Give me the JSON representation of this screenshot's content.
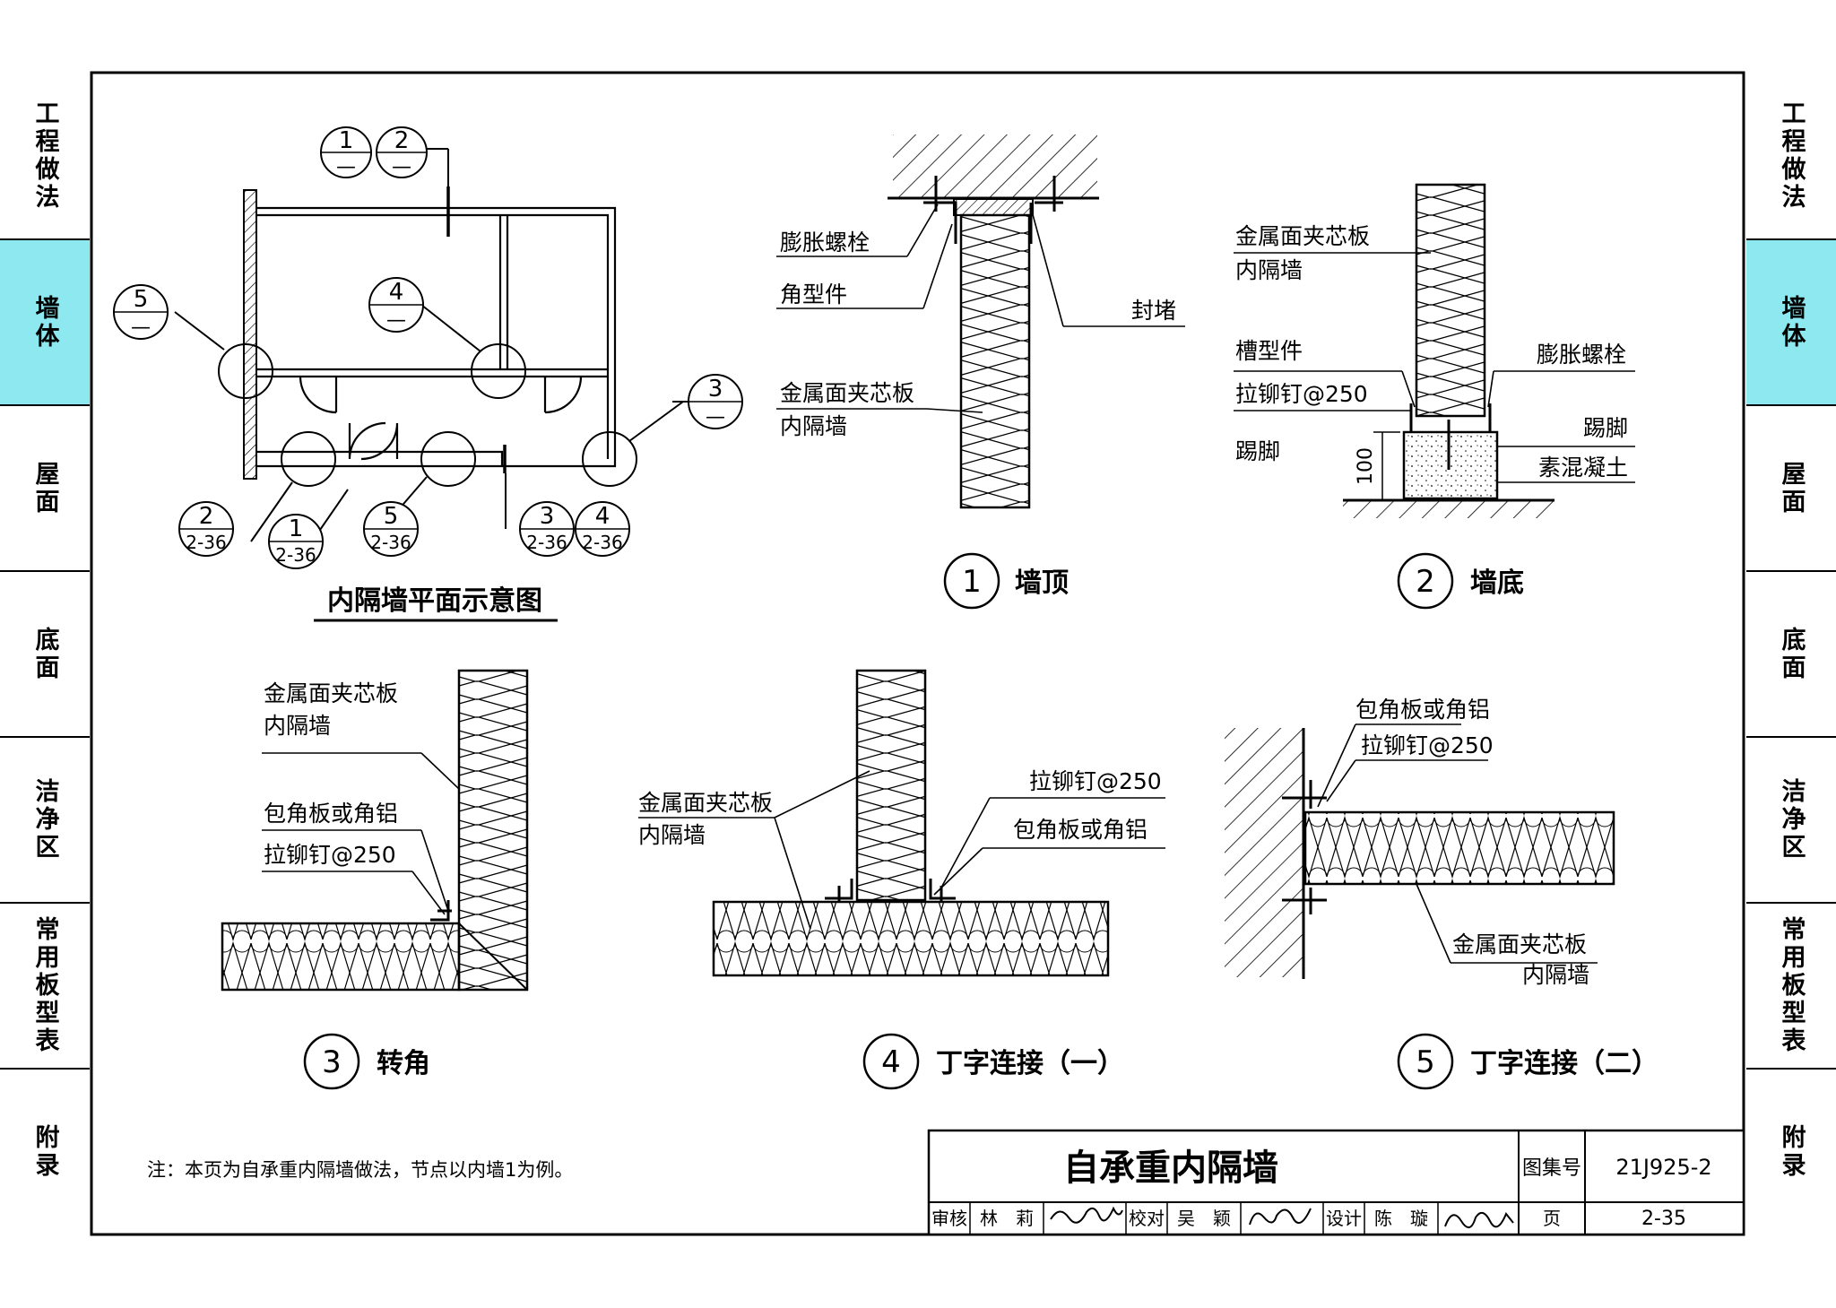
{
  "side_tabs": [
    {
      "label": "工程做法",
      "active": false
    },
    {
      "label": "墙体",
      "active": true
    },
    {
      "label": "屋面",
      "active": false
    },
    {
      "label": "底面",
      "active": false
    },
    {
      "label": "洁净区",
      "active": false
    },
    {
      "label": "常用板型表",
      "active": false
    },
    {
      "label": "附录",
      "active": false
    }
  ],
  "plan": {
    "title": "内隔墙平面示意图",
    "callouts": [
      {
        "top": "1",
        "bottom": "—"
      },
      {
        "top": "2",
        "bottom": "—"
      },
      {
        "top": "5",
        "bottom": "—"
      },
      {
        "top": "4",
        "bottom": "—"
      },
      {
        "top": "3",
        "bottom": "—"
      },
      {
        "top": "2",
        "bottom": "2-36"
      },
      {
        "top": "1",
        "bottom": "2-36"
      },
      {
        "top": "5",
        "bottom": "2-36"
      },
      {
        "top": "3",
        "bottom": "2-36"
      },
      {
        "top": "4",
        "bottom": "2-36"
      }
    ]
  },
  "details": {
    "d1": {
      "number": "1",
      "title": "墙顶",
      "labels": {
        "bolt": "膨胀螺栓",
        "angle": "角型件",
        "seal": "封堵",
        "panel_1": "金属面夹芯板",
        "panel_2": "内隔墙"
      }
    },
    "d2": {
      "number": "2",
      "title": "墙底",
      "labels": {
        "panel_1": "金属面夹芯板",
        "panel_2": "内隔墙",
        "channel": "槽型件",
        "rivet": "拉铆钉@250",
        "bolt": "膨胀螺栓",
        "skirting_r": "踢脚",
        "skirting_l": "踢脚",
        "concrete": "素混凝土",
        "height": "100"
      }
    },
    "d3": {
      "number": "3",
      "title": "转角",
      "labels": {
        "panel_1": "金属面夹芯板",
        "panel_2": "内隔墙",
        "corner": "包角板或角铝",
        "rivet": "拉铆钉@250"
      }
    },
    "d4": {
      "number": "4",
      "title": "丁字连接（一）",
      "labels": {
        "panel_1": "金属面夹芯板",
        "panel_2": "内隔墙",
        "rivet": "拉铆钉@250",
        "corner": "包角板或角铝"
      }
    },
    "d5": {
      "number": "5",
      "title": "丁字连接（二）",
      "labels": {
        "corner": "包角板或角铝",
        "rivet": "拉铆钉@250",
        "panel_1": "金属面夹芯板",
        "panel_2": "内隔墙"
      }
    }
  },
  "note": "注：本页为自承重内隔墙做法，节点以内墙1为例。",
  "title_block": {
    "title": "自承重内隔墙",
    "atlas_label": "图集号",
    "atlas_no": "21J925-2",
    "review_label": "审核",
    "reviewer": "林　莉",
    "check_label": "校对",
    "checker": "吴　颖",
    "design_label": "设计",
    "designer": "陈　璇",
    "page_label": "页",
    "page_no": "2-35"
  }
}
